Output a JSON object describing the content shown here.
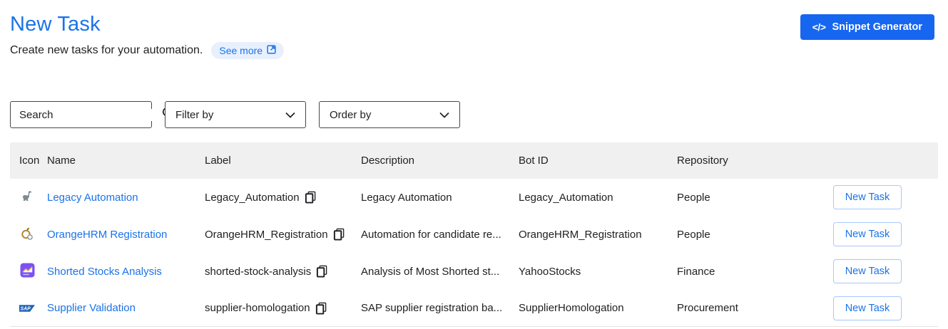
{
  "header": {
    "title": "New Task",
    "subtitle": "Create new tasks for your automation.",
    "see_more_label": "See more",
    "snippet_button_label": "Snippet Generator",
    "snippet_button_glyph": "</>"
  },
  "controls": {
    "search_placeholder": "Search",
    "filter_label": "Filter by",
    "order_label": "Order by"
  },
  "table": {
    "columns": [
      "Icon",
      "Name",
      "Label",
      "Description",
      "Bot ID",
      "Repository"
    ],
    "rows": [
      {
        "icon": "dinosaur-icon",
        "name": "Legacy Automation",
        "label": "Legacy_Automation",
        "description": "Legacy Automation",
        "bot_id": "Legacy_Automation",
        "repository": "People",
        "action": "New Task"
      },
      {
        "icon": "orange-fruit-icon",
        "name": "OrangeHRM Registration",
        "label": "OrangeHRM_Registration",
        "description": "Automation for candidate re...",
        "bot_id": "OrangeHRM_Registration",
        "repository": "People",
        "action": "New Task"
      },
      {
        "icon": "stocks-chart-icon",
        "name": "Shorted Stocks Analysis",
        "label": "shorted-stock-analysis",
        "description": "Analysis of Most Shorted st...",
        "bot_id": "YahooStocks",
        "repository": "Finance",
        "action": "New Task"
      },
      {
        "icon": "sap-logo-icon",
        "name": "Supplier Validation",
        "label": "supplier-homologation",
        "description": "SAP supplier registration ba...",
        "bot_id": "SupplierHomologation",
        "repository": "Procurement",
        "action": "New Task"
      }
    ]
  },
  "colors": {
    "accent_blue": "#1a73e8",
    "button_blue": "#1766f0",
    "pill_background": "#e8f0fe",
    "table_header_background": "#f0f0f0",
    "text_dark": "#202124"
  }
}
